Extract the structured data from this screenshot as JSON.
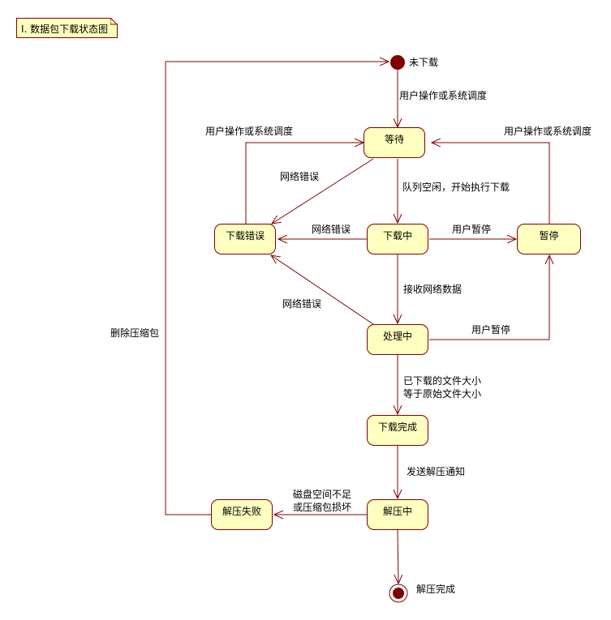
{
  "note": {
    "title": "I. 数据包下载状态图"
  },
  "colors": {
    "line": "#800000",
    "state_fill": "#ffffc0",
    "initial": "#800000"
  },
  "states": {
    "initial": "未下载",
    "waiting": "等待",
    "download_error": "下载错误",
    "downloading": "下载中",
    "paused": "暂停",
    "processing": "处理中",
    "download_complete": "下载完成",
    "unzipping": "解压中",
    "unzip_failed": "解压失败",
    "final": "解压完成"
  },
  "transitions": {
    "initial_to_waiting": "用户操作或系统调度",
    "error_to_waiting": "用户操作或系统调度",
    "paused_to_waiting": "用户操作或系统调度",
    "waiting_to_error": "网络错误",
    "waiting_to_downloading": "队列空闲，开始执行下载",
    "downloading_to_error": "网络错误",
    "downloading_to_paused": "用户暂停",
    "downloading_to_processing": "接收网络数据",
    "processing_to_error": "网络错误",
    "processing_to_paused": "用户暂停",
    "processing_to_complete_line1": "已下载的文件大小",
    "processing_to_complete_line2": "等于原始文件大小",
    "complete_to_unzipping": "发送解压通知",
    "unzipping_to_failed_line1": "磁盘空间不足",
    "unzipping_to_failed_line2": "或压缩包损坏",
    "failed_to_initial": "删除压缩包"
  }
}
